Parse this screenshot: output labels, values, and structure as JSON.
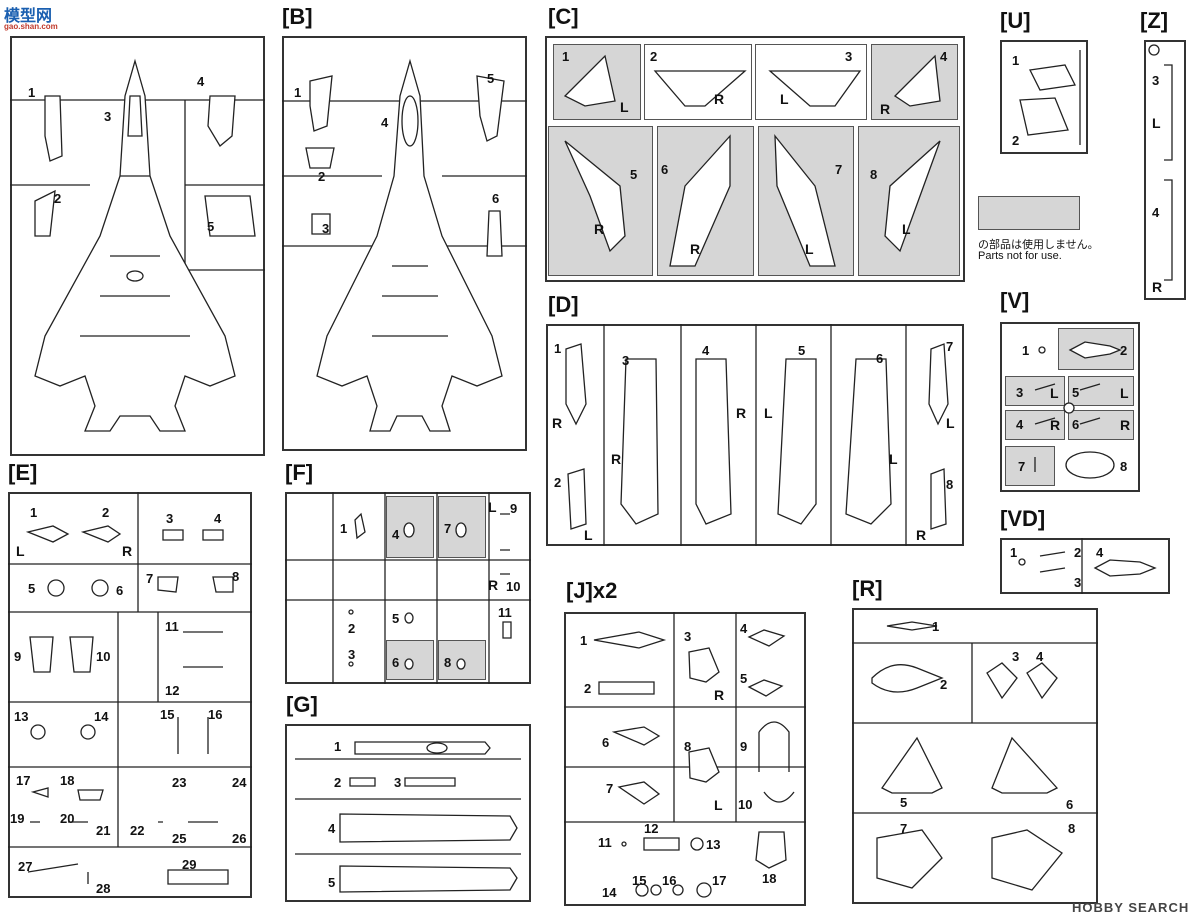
{
  "watermark_top": {
    "logo": "模型网",
    "url": "gao.shan.com"
  },
  "watermark_bottom": "HOBBY SEARCH",
  "legend": {
    "jp": "の部品は使用しません。",
    "en": "Parts not for use."
  },
  "sprues": {
    "A": {
      "n1": "1",
      "n2": "2",
      "n3": "3",
      "n4": "4",
      "n5": "5"
    },
    "B": {
      "title": "[B]",
      "n1": "1",
      "n2": "2",
      "n3": "3",
      "n4": "4",
      "n5": "5",
      "n6": "6"
    },
    "C": {
      "title": "[C]",
      "n1": "1",
      "n2": "2",
      "n3": "3",
      "n4": "4",
      "n5": "5",
      "n6": "6",
      "n7": "7",
      "n8": "8",
      "l1": "L",
      "l2": "R",
      "l3": "L",
      "l4": "R",
      "l5": "R",
      "l6": "R",
      "l7": "L",
      "l8": "L"
    },
    "U": {
      "title": "[U]",
      "n1": "1",
      "n2": "2"
    },
    "Z": {
      "title": "[Z]",
      "n3": "3",
      "l3": "L",
      "n4": "4",
      "l4": "R"
    },
    "D": {
      "title": "[D]",
      "n1": "1",
      "n2": "2",
      "n3": "3",
      "n4": "4",
      "n5": "5",
      "n6": "6",
      "n7": "7",
      "n8": "8",
      "l1": "R",
      "l2": "L",
      "l3": "R",
      "l4": "R",
      "l5": "L",
      "l6": "L",
      "l7": "L",
      "l8": "R"
    },
    "V": {
      "title": "[V]",
      "n1": "1",
      "n2": "2",
      "n3": "3",
      "l3": "L",
      "n5": "5",
      "l5": "L",
      "n4": "4",
      "l4": "R",
      "n6": "6",
      "l6": "R",
      "n7": "7",
      "n8": "8"
    },
    "VD": {
      "title": "[VD]",
      "n1": "1",
      "n2": "2",
      "n3": "3",
      "n4": "4"
    },
    "E": {
      "title": "[E]",
      "n1": "1",
      "n2": "2",
      "n3": "3",
      "n4": "4",
      "n5": "5",
      "n6": "6",
      "n7": "7",
      "n8": "8",
      "n9": "9",
      "n10": "10",
      "n11": "11",
      "n12": "12",
      "n13": "13",
      "n14": "14",
      "n15": "15",
      "n16": "16",
      "n17": "17",
      "n18": "18",
      "n19": "19",
      "n20": "20",
      "n21": "21",
      "n22": "22",
      "n23": "23",
      "n24": "24",
      "n25": "25",
      "n26": "26",
      "n27": "27",
      "n28": "28",
      "n29": "29",
      "L": "L",
      "R": "R"
    },
    "F": {
      "title": "[F]",
      "n1": "1",
      "n2": "2",
      "n3": "3",
      "n4": "4",
      "n5": "5",
      "n6": "6",
      "n7": "7",
      "n8": "8",
      "n9": "9",
      "n10": "10",
      "n11": "11",
      "L": "L",
      "R": "R"
    },
    "G": {
      "title": "[G]",
      "n1": "1",
      "n2": "2",
      "n3": "3",
      "n4": "4",
      "n5": "5"
    },
    "J": {
      "title": "[J]x2",
      "n1": "1",
      "n2": "2",
      "n3": "3",
      "n4": "4",
      "n5": "5",
      "n6": "6",
      "n7": "7",
      "n8": "8",
      "n9": "9",
      "n10": "10",
      "n11": "11",
      "n12": "12",
      "n13": "13",
      "n14": "14",
      "n15": "15",
      "n16": "16",
      "n17": "17",
      "n18": "18",
      "R": "R",
      "L": "L"
    },
    "R": {
      "title": "[R]",
      "n1": "1",
      "n2": "2",
      "n3": "3",
      "n4": "4",
      "n5": "5",
      "n6": "6",
      "n7": "7",
      "n8": "8"
    }
  }
}
